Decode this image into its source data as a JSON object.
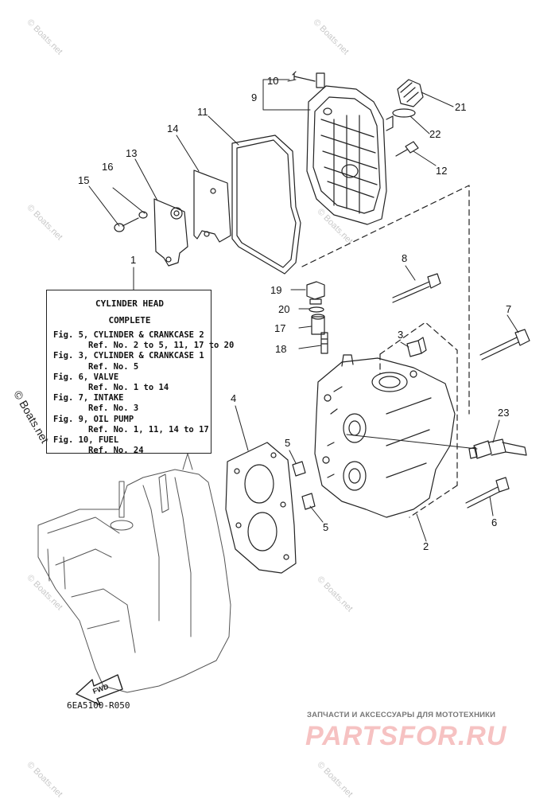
{
  "callouts": {
    "c1": "1",
    "c2": "2",
    "c3": "3",
    "c4": "4",
    "c5a": "5",
    "c5b": "5",
    "c6": "6",
    "c7": "7",
    "c8": "8",
    "c9": "9",
    "c10": "10",
    "c11": "11",
    "c12": "12",
    "c13": "13",
    "c14": "14",
    "c15": "15",
    "c16": "16",
    "c17": "17",
    "c18": "18",
    "c19": "19",
    "c20": "20",
    "c21": "21",
    "c22": "22",
    "c23": "23"
  },
  "info_box": {
    "title": "CYLINDER HEAD",
    "subtitle": "COMPLETE",
    "lines": [
      {
        "text": "Fig. 5, CYLINDER & CRANKCASE 2",
        "indent": false
      },
      {
        "text": "Ref. No. 2 to 5, 11, 17 to 20",
        "indent": true
      },
      {
        "text": "Fig. 3, CYLINDER & CRANKCASE 1",
        "indent": false
      },
      {
        "text": "Ref. No. 5",
        "indent": true
      },
      {
        "text": "Fig. 6, VALVE",
        "indent": false
      },
      {
        "text": "Ref. No. 1 to 14",
        "indent": true
      },
      {
        "text": "Fig. 7, INTAKE",
        "indent": false
      },
      {
        "text": "Ref. No. 3",
        "indent": true
      },
      {
        "text": "Fig. 9, OIL PUMP",
        "indent": false
      },
      {
        "text": "Ref. No. 1, 11, 14 to 17",
        "indent": true
      },
      {
        "text": "Fig. 10, FUEL",
        "indent": false
      },
      {
        "text": "Ref. No. 24",
        "indent": true
      }
    ]
  },
  "fwd_label": "FWD",
  "diagram_code": "6EA5100-R050",
  "watermark_text": "© Boats.net",
  "side_watermark": "© Boats.net",
  "shop_tagline": "ЗАПЧАСТИ И АКСЕССУАРЫ ДЛЯ МОТОТЕХНИКИ",
  "shop_logo": "PARTSFOR.RU",
  "colors": {
    "line": "#222222",
    "logo": "#f6c2c2",
    "watermark": "#c9c9c9"
  }
}
